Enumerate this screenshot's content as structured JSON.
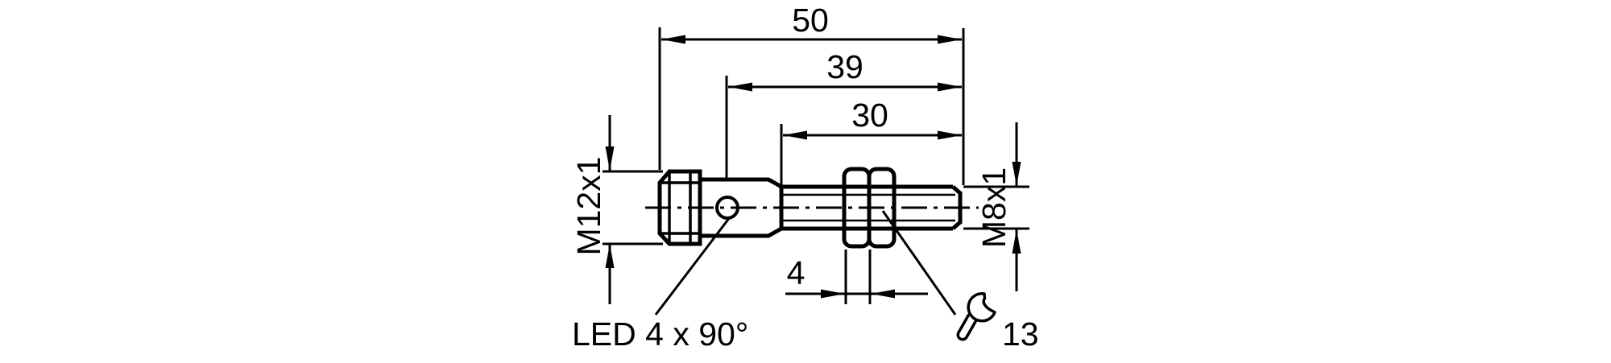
{
  "colors": {
    "background": "#ffffff",
    "line": "#000000"
  },
  "drawing": {
    "dims": {
      "overall_length": "50",
      "body_length": "39",
      "thread_length": "30",
      "nut_width": "4",
      "wrench_size": "13"
    },
    "labels": {
      "connector_thread": "M12x1",
      "barrel_thread": "M8x1",
      "led": "LED 4 x 90°"
    }
  }
}
